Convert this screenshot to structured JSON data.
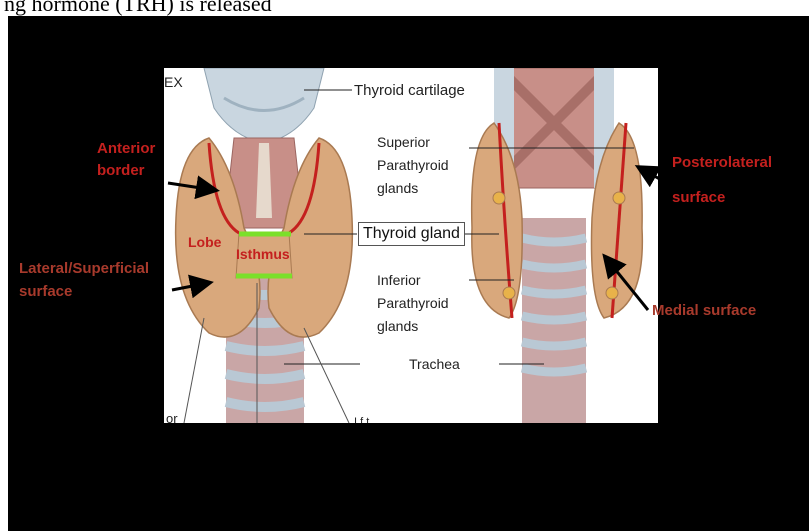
{
  "top_caption": "ng hormone (TRH) is released",
  "labels": {
    "ex": "EX",
    "thyroid_cartilage": "Thyroid cartilage",
    "superior_parathyroid": [
      "Superior",
      "Parathyroid",
      "glands"
    ],
    "thyroid_gland": "Thyroid gland",
    "inferior_parathyroid": [
      "Inferior",
      "Parathyroid",
      "glands"
    ],
    "trachea": "Trachea",
    "bottom_left_fragment": "or",
    "bottom_right_fragment": "I f t"
  },
  "annotations": {
    "anterior_border": [
      "Anterior",
      "border"
    ],
    "lobe": "Lobe",
    "isthmus": "Isthmus",
    "lateral_surface": [
      "Lateral/Superficial",
      "surface"
    ],
    "posterolateral_surface": [
      "Posterolateral",
      "surface"
    ],
    "medial_surface": "Medial surface"
  },
  "colors": {
    "annotation_red": "#c4201e",
    "isthmus_green": "#7be02a",
    "gland_tan": "#d9a87c",
    "cartilage_blue": "#c9d6e0",
    "muscle_pink": "#c88f88"
  }
}
